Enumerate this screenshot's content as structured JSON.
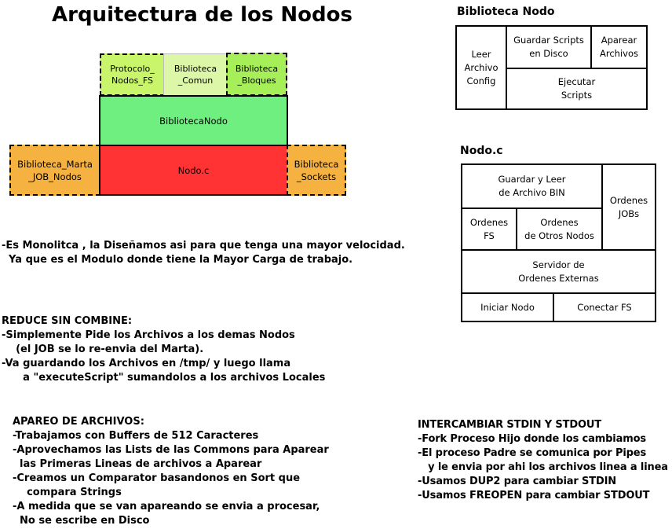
{
  "title": "Arquitectura de los Nodos",
  "stack": {
    "protocolo": "Protocolo_\nNodos_FS",
    "comun": "Biblioteca\n_Comun",
    "bloques": "Biblioteca\n_Bloques",
    "biblioteca_nodo": "BibliotecaNodo",
    "nodo_c": "Nodo.c",
    "marta": "Biblioteca_Marta\n_JOB_Nodos",
    "sockets": "Biblioteca\n_Sockets"
  },
  "biblioteca_nodo_box": {
    "heading": "Biblioteca Nodo",
    "leer": "Leer\nArchivo\nConfig",
    "guardar": "Guardar Scripts\nen Disco",
    "aparear": "Aparear\nArchivos",
    "ejecutar": "Ejecutar\nScripts"
  },
  "nodo_c_box": {
    "heading": "Nodo.c",
    "guardar_leer": "Guardar y Leer\nde Archivo BIN",
    "ordenes_jobs": "Ordenes\nJOBs",
    "ordenes_fs": "Ordenes\nFS",
    "ordenes_otros": "Ordenes\nde Otros Nodos",
    "servidor": "Servidor de\nOrdenes Externas",
    "iniciar": "Iniciar Nodo",
    "conectar": "Conectar FS"
  },
  "notes": {
    "monolitica": "-Es Monolitca , la Diseñamos asi para que tenga una mayor velocidad.\n  Ya que es el Modulo donde tiene la Mayor Carga de trabajo.",
    "reduce": "REDUCE SIN COMBINE:\n-Simplemente Pide los Archivos a los demas Nodos\n    (el JOB se lo re-envia del Marta).\n-Va guardando los Archivos en /tmp/ y luego llama\n      a \"executeScript\" sumandolos a los archivos Locales",
    "apareo": "APAREO DE ARCHIVOS:\n-Trabajamos con Buffers de 512 Caracteres\n-Aprovechamos las Lists de las Commons para Aparear\n  las Primeras Lineas de archivos a Aparear\n-Creamos un Comparator basandonos en Sort que\n    compara Strings\n-A medida que se van apareando se envia a procesar,\n  No se escribe en Disco",
    "intercambiar": "INTERCAMBIAR STDIN Y STDOUT\n-Fork Proceso Hijo donde los cambiamos\n-El proceso Padre se comunica por Pipes\n   y le envia por ahi los archivos linea a linea\n-Usamos DUP2 para cambiar STDIN\n-Usamos FREOPEN para cambiar STDOUT"
  },
  "colors": {
    "protocolo": "#c8f56a",
    "comun": "#dcf7a8",
    "bloques": "#a6ef58",
    "biblioteca_nodo": "#6fef7f",
    "nodo_c": "#ff3333",
    "side": "#f6b240"
  }
}
